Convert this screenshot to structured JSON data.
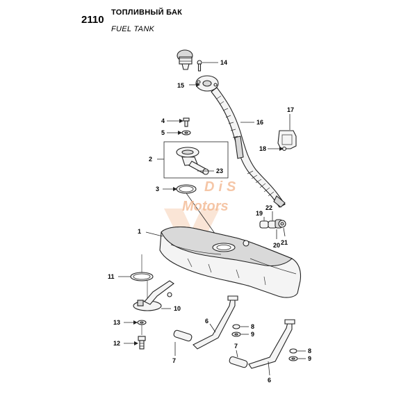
{
  "header": {
    "code": "2110",
    "title_ru": "ТОПЛИВНЫЙ БАК",
    "title_en": "FUEL TANK"
  },
  "watermark": {
    "line1": "DiS",
    "line2": "Motors",
    "color": "#f2b48a"
  },
  "callouts": {
    "c1": "1",
    "c2": "2",
    "c3": "3",
    "c4": "4",
    "c5": "5",
    "c6a": "6",
    "c6b": "6",
    "c7a": "7",
    "c7b": "7",
    "c8a": "8",
    "c8b": "8",
    "c9a": "9",
    "c9b": "9",
    "c10": "10",
    "c11": "11",
    "c12": "12",
    "c13": "13",
    "c14": "14",
    "c15": "15",
    "c16": "16",
    "c17": "17",
    "c18": "18",
    "c19": "19",
    "c20": "20",
    "c21": "21",
    "c22": "22",
    "c23": "23"
  }
}
